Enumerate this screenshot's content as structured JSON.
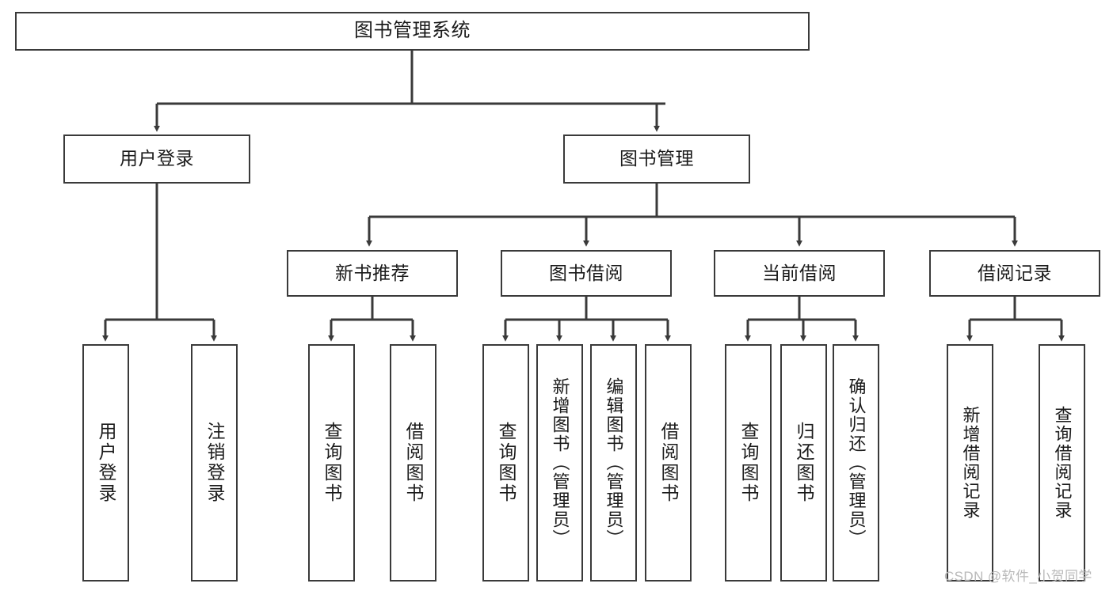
{
  "diagram": {
    "type": "tree",
    "title": "图书管理系统",
    "orientation": "top-down",
    "colors": {
      "background": "#ffffff",
      "box_border": "#3a3a3a",
      "box_fill": "#ffffff",
      "connector": "#3a3a3a",
      "text": "#1b1b1b",
      "watermark": "#b9b9b9"
    }
  },
  "nodes": {
    "root": {
      "label": "图书管理系统"
    },
    "level2": [
      {
        "label": "用户登录"
      },
      {
        "label": "图书管理"
      }
    ],
    "level3": [
      {
        "label": "新书推荐"
      },
      {
        "label": "图书借阅"
      },
      {
        "label": "当前借阅"
      },
      {
        "label": "借阅记录"
      }
    ],
    "leaves": {
      "user_login": [
        {
          "label": "用户登录"
        },
        {
          "label": "注销登录"
        }
      ],
      "new_book_recommend": [
        {
          "label": "查询图书"
        },
        {
          "label": "借阅图书"
        }
      ],
      "book_borrow": [
        {
          "label": "查询图书"
        },
        {
          "label": "新增图书（管理员）"
        },
        {
          "label": "编辑图书（管理员）"
        },
        {
          "label": "借阅图书"
        }
      ],
      "current_borrow": [
        {
          "label": "查询图书"
        },
        {
          "label": "归还图书"
        },
        {
          "label": "确认归还（管理员）"
        }
      ],
      "borrow_record": [
        {
          "label": "新增借阅记录"
        },
        {
          "label": "查询借阅记录"
        }
      ]
    }
  },
  "watermark": {
    "text": "CSDN @软件_小贺同学"
  }
}
